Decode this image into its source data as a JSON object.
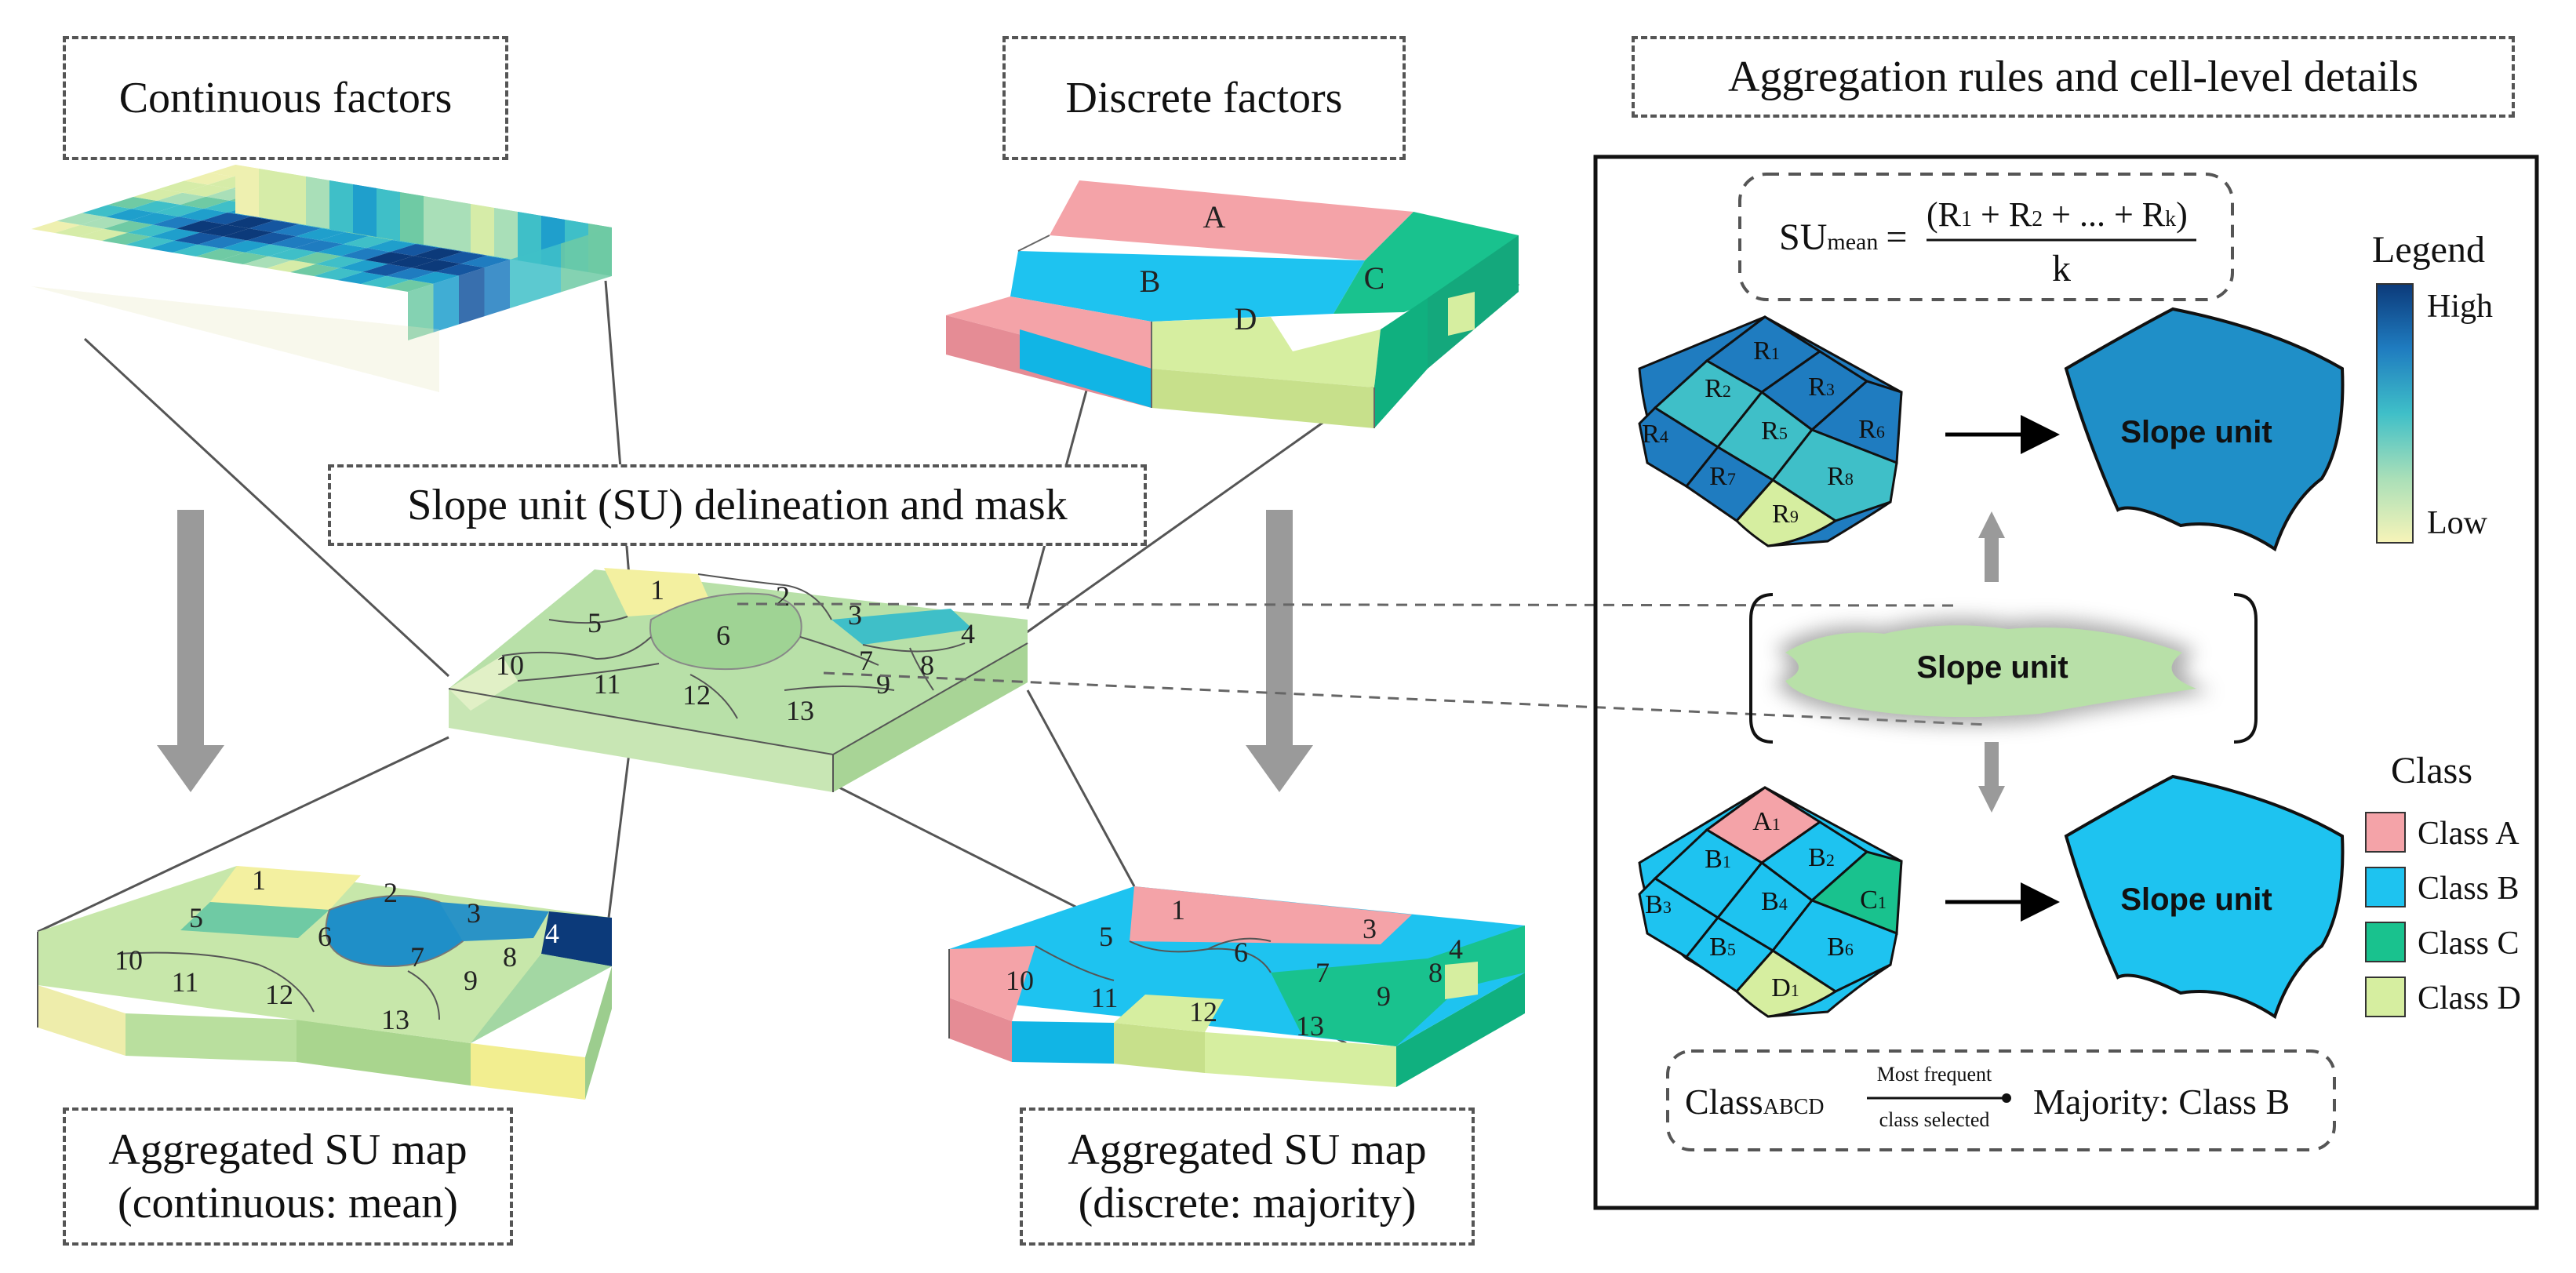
{
  "titles": {
    "continuous": "Continuous factors",
    "discrete": "Discrete factors",
    "rules": "Aggregation rules and cell-level details",
    "su_mask": "Slope unit (SU) delineation and mask",
    "agg_cont_line1": "Aggregated SU map",
    "agg_cont_line2": "(continuous: mean)",
    "agg_disc_line1": "Aggregated SU map",
    "agg_disc_line2": "(discrete: majority)"
  },
  "discrete_labels": {
    "a": "A",
    "b": "B",
    "c": "C",
    "d": "D"
  },
  "su_labels": [
    "1",
    "2",
    "3",
    "4",
    "5",
    "6",
    "7",
    "8",
    "9",
    "10",
    "11",
    "12",
    "13"
  ],
  "formula": {
    "lhs": "SU",
    "lhs_sub": "mean",
    "equals": "=",
    "num_open": "(R",
    "num_s1": "1",
    "num_p1": " + R",
    "num_s2": "2",
    "num_p2": " + ... + R",
    "num_sk": "k",
    "num_close": ")",
    "den": "k"
  },
  "cells_cont": [
    {
      "letter": "R",
      "sub": "1"
    },
    {
      "letter": "R",
      "sub": "2"
    },
    {
      "letter": "R",
      "sub": "3"
    },
    {
      "letter": "R",
      "sub": "4"
    },
    {
      "letter": "R",
      "sub": "5"
    },
    {
      "letter": "R",
      "sub": "6"
    },
    {
      "letter": "R",
      "sub": "7"
    },
    {
      "letter": "R",
      "sub": "8"
    },
    {
      "letter": "R",
      "sub": "9"
    }
  ],
  "cells_disc": [
    {
      "letter": "A",
      "sub": "1"
    },
    {
      "letter": "B",
      "sub": "1"
    },
    {
      "letter": "B",
      "sub": "2"
    },
    {
      "letter": "B",
      "sub": "3"
    },
    {
      "letter": "B",
      "sub": "4"
    },
    {
      "letter": "C",
      "sub": "1"
    },
    {
      "letter": "B",
      "sub": "5"
    },
    {
      "letter": "B",
      "sub": "6"
    },
    {
      "letter": "D",
      "sub": "1"
    }
  ],
  "slope_unit_label": "Slope unit",
  "legend": {
    "title": "Legend",
    "high": "High",
    "low": "Low"
  },
  "class_legend": {
    "title": "Class",
    "items": [
      {
        "label": "Class A",
        "color": "#f4a3a8"
      },
      {
        "label": "Class B",
        "color": "#1ec3f0"
      },
      {
        "label": "Class C",
        "color": "#19c28e"
      },
      {
        "label": "Class D",
        "color": "#d6eea0"
      }
    ]
  },
  "majority": {
    "class_main": "Class",
    "class_sub": "ABCD",
    "above": "Most frequent",
    "below": "class selected",
    "result": "Majority: Class B"
  },
  "colors": {
    "classA": "#f4a3a8",
    "classB": "#1ec3f0",
    "classC": "#19c28e",
    "classD": "#d6eea0",
    "su_green": "#b8e0a8",
    "mean_blue": "#1f8fc8",
    "high": "#0c3a7a",
    "low": "#f7f4b8"
  }
}
